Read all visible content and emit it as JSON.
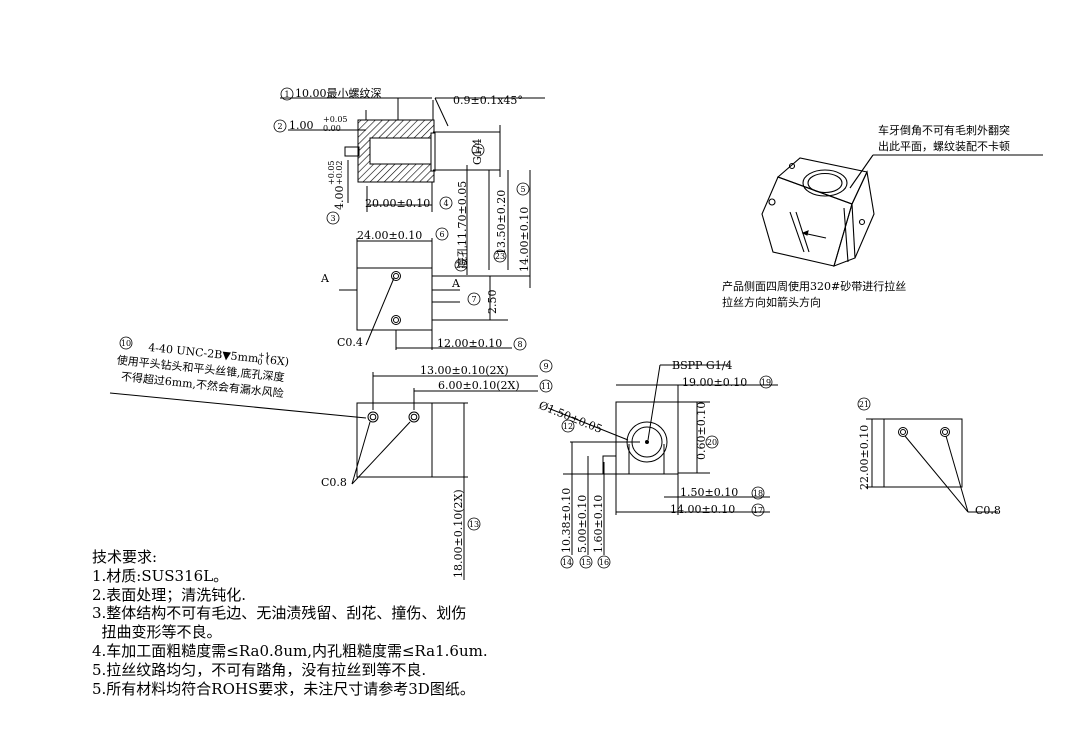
{
  "callouts": {
    "c1": {
      "num": "1",
      "text": "10.00最小螺纹深"
    },
    "c2": {
      "num": "2",
      "main": "1.00",
      "sup": "+0.05",
      "sub": "0.00"
    },
    "c3": {
      "num": "3",
      "main": "4.00",
      "sup": "+0.05",
      "sub": "+0.02"
    },
    "c4": {
      "num": "4",
      "text": "20.00±0.10"
    },
    "c4b": {
      "num": "4"
    },
    "c5": {
      "num": "5",
      "text": "13.50±0.20"
    },
    "c6": {
      "num": "6",
      "text": "24.00±0.10"
    },
    "c7": {
      "num": "7",
      "text": "2.50"
    },
    "c8": {
      "num": "8",
      "text": "12.00±0.10"
    },
    "c9": {
      "num": "9",
      "text": "13.00±0.10(2X)"
    },
    "c10": {
      "num": "10",
      "line1": "4-40 UNC-2B▼5mm",
      "sup": "+1",
      "sub": "0",
      "suffix": "(6X)",
      "line2": "使用平头钻头和平头丝锥,底孔深度",
      "line3": "不得超过6mm,不然会有漏水风险"
    },
    "c11": {
      "num": "11",
      "text": "6.00±0.10(2X)"
    },
    "c12": {
      "num": "12",
      "text": "Ø1.50±0.05"
    },
    "c13": {
      "num": "13",
      "text": "18.00±0.10(2X)"
    },
    "c14": {
      "num": "14",
      "text": "10.38±0.10"
    },
    "c15": {
      "num": "15",
      "text": "5.00±0.10"
    },
    "c16": {
      "num": "16",
      "text": "1.60±0.10"
    },
    "c17": {
      "num": "17",
      "text": "14.00±0.10"
    },
    "c18": {
      "num": "18",
      "text": "1.50±0.10"
    },
    "c19": {
      "num": "19",
      "text": "19.00±0.10"
    },
    "c20": {
      "num": "20",
      "text": "0.60±0.10"
    },
    "c21": {
      "num": "21",
      "text": "22.00±0.10"
    },
    "c22": {
      "num": "22",
      "text": "底孔11.70±0.05"
    },
    "c23": {
      "num": "23",
      "text": "14.00±0.10"
    }
  },
  "labels": {
    "chamfer_top": "0.9±0.1x45°",
    "thread_g": "G1/4",
    "bspp": "BSPP G1/4",
    "co4": "C0.4",
    "co8a": "C0.8",
    "co8b": "C0.8",
    "section_a1": "A",
    "section_a2": "A",
    "iso_note1": "车牙倒角不可有毛刺外翻突",
    "iso_note2": "出此平面，螺纹装配不卡顿",
    "iso_note3": "产品侧面四周使用320#砂带进行拉丝",
    "iso_note4": "拉丝方向如箭头方向"
  },
  "requirements": {
    "title": "技术要求:",
    "lines": [
      "1.材质:SUS316L。",
      "2.表面处理；清洗钝化.",
      "3.整体结构不可有毛边、无油渍残留、刮花、撞伤、划伤",
      "  扭曲变形等不良。",
      "4.车加工面粗糙度需≤Ra0.8um,内孔粗糙度需≤Ra1.6um.",
      "5.拉丝纹路均匀，不可有踏角，没有拉丝到等不良.",
      "5.所有材料均符合ROHS要求，未注尺寸请参考3D图纸。"
    ]
  }
}
